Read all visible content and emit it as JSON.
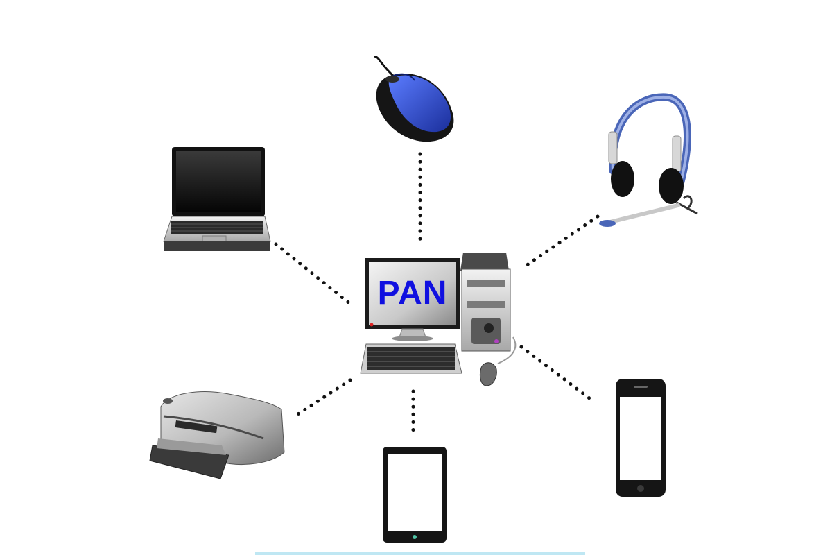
{
  "diagram": {
    "center_label": "PAN",
    "colors": {
      "background": "#ffffff",
      "connector": "#111111",
      "label": "#1010e0",
      "mouse_blue": "#2a46c8",
      "device_dark": "#151515",
      "bottom_bar": "#bfe7f3"
    },
    "nodes": [
      {
        "id": "center",
        "icon": "desktop-computer-icon"
      },
      {
        "id": "mouse",
        "icon": "computer-mouse-icon"
      },
      {
        "id": "headset",
        "icon": "headset-icon"
      },
      {
        "id": "laptop",
        "icon": "laptop-icon"
      },
      {
        "id": "printer",
        "icon": "printer-icon"
      },
      {
        "id": "tablet",
        "icon": "tablet-icon"
      },
      {
        "id": "smartphone",
        "icon": "smartphone-icon"
      }
    ],
    "edges": [
      {
        "from": "center",
        "to": "mouse"
      },
      {
        "from": "center",
        "to": "headset"
      },
      {
        "from": "center",
        "to": "laptop"
      },
      {
        "from": "center",
        "to": "printer"
      },
      {
        "from": "center",
        "to": "tablet"
      },
      {
        "from": "center",
        "to": "smartphone"
      }
    ]
  }
}
